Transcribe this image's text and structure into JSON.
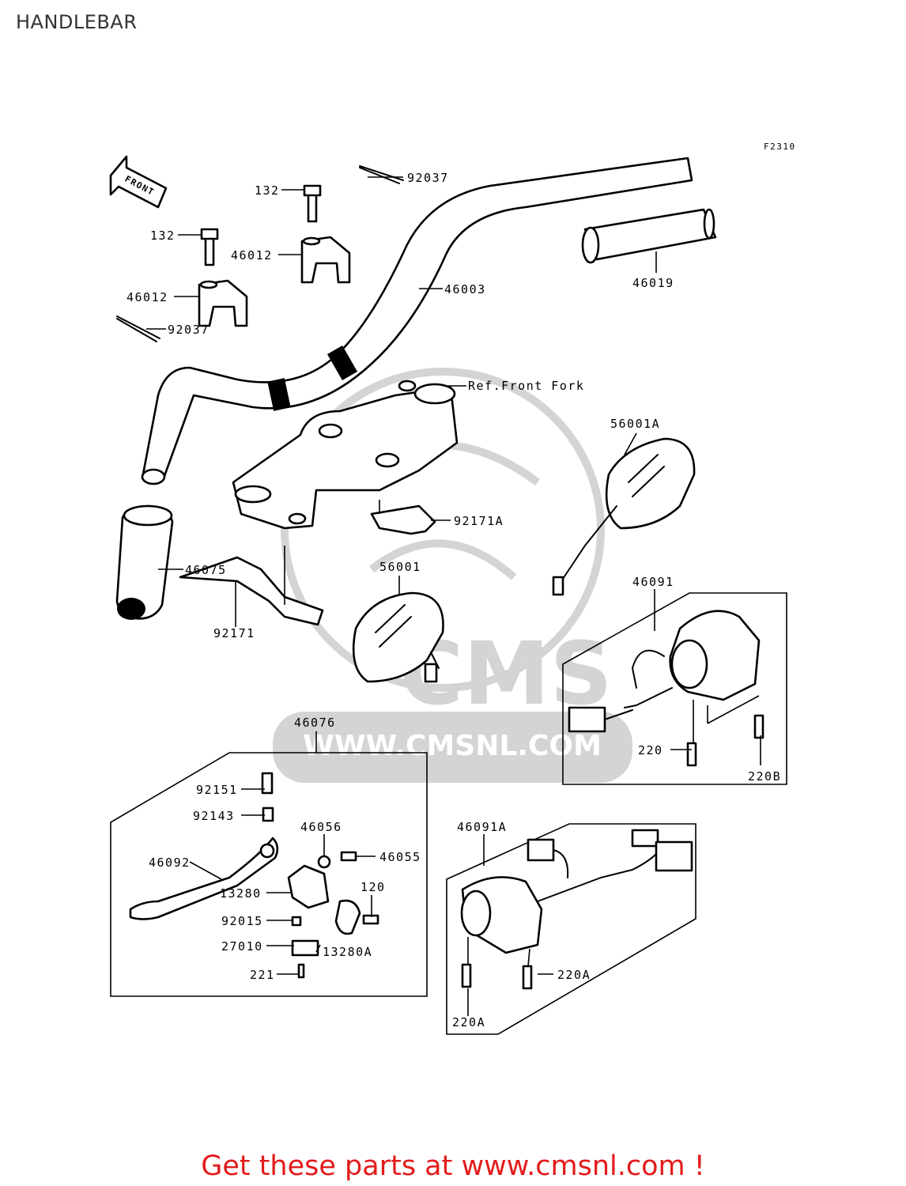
{
  "title": "HANDLEBAR",
  "figure_code": "F2310",
  "front_arrow_label": "FRONT",
  "reference_label": "Ref.Front Fork",
  "watermark": {
    "brand": "CMS",
    "url": "WWW.CMSNL.COM"
  },
  "callouts": [
    "92037",
    "132",
    "46012",
    "132",
    "46012",
    "92037",
    "46003",
    "46019",
    "56001A",
    "92171A",
    "46075",
    "92171",
    "56001",
    "46091",
    "220",
    "220B",
    "46076",
    "92151",
    "92143",
    "46056",
    "46055",
    "46092",
    "13280",
    "120",
    "92015",
    "27010",
    "13280A",
    "221",
    "46091A",
    "220A",
    "220A"
  ],
  "footer_text": "Get these parts at www.cmsnl.com !"
}
